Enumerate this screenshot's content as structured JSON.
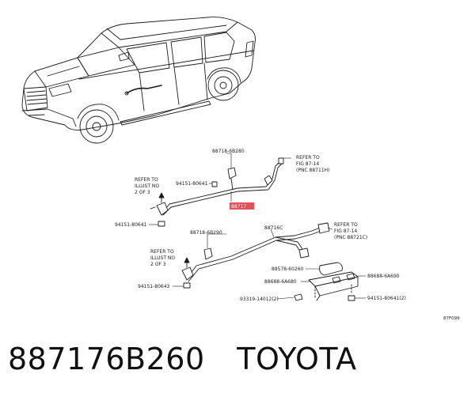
{
  "diagram": {
    "callouts": {
      "c1": "88718-6B280",
      "c2": "94151-80641",
      "c3": "88717",
      "c4": "REFER TO",
      "c5": "FIG 87-14",
      "c6": "(PNC 88711H)",
      "c7": "REFER TO",
      "c8": "ILLUST NO",
      "c9": "2 OF 3",
      "c10": "94151-80641",
      "c11": "88716C",
      "c12": "REFER TO",
      "c13": "FIG 87-14",
      "c14": "(PNC 88721C)",
      "c15": "88718-6B290",
      "c16": "REFER TO",
      "c17": "ILLUST NO",
      "c18": "2 OF 3",
      "c19": "88578-60260",
      "c20": "88688-6A690",
      "c21": "88688-6A680",
      "c22": "94151-80643",
      "c23": "93319-14012(2)",
      "c24": "94151-80641(2)",
      "c25": "87F099"
    }
  },
  "caption": {
    "part_number": "887176B260",
    "brand": "TOYOTA"
  }
}
